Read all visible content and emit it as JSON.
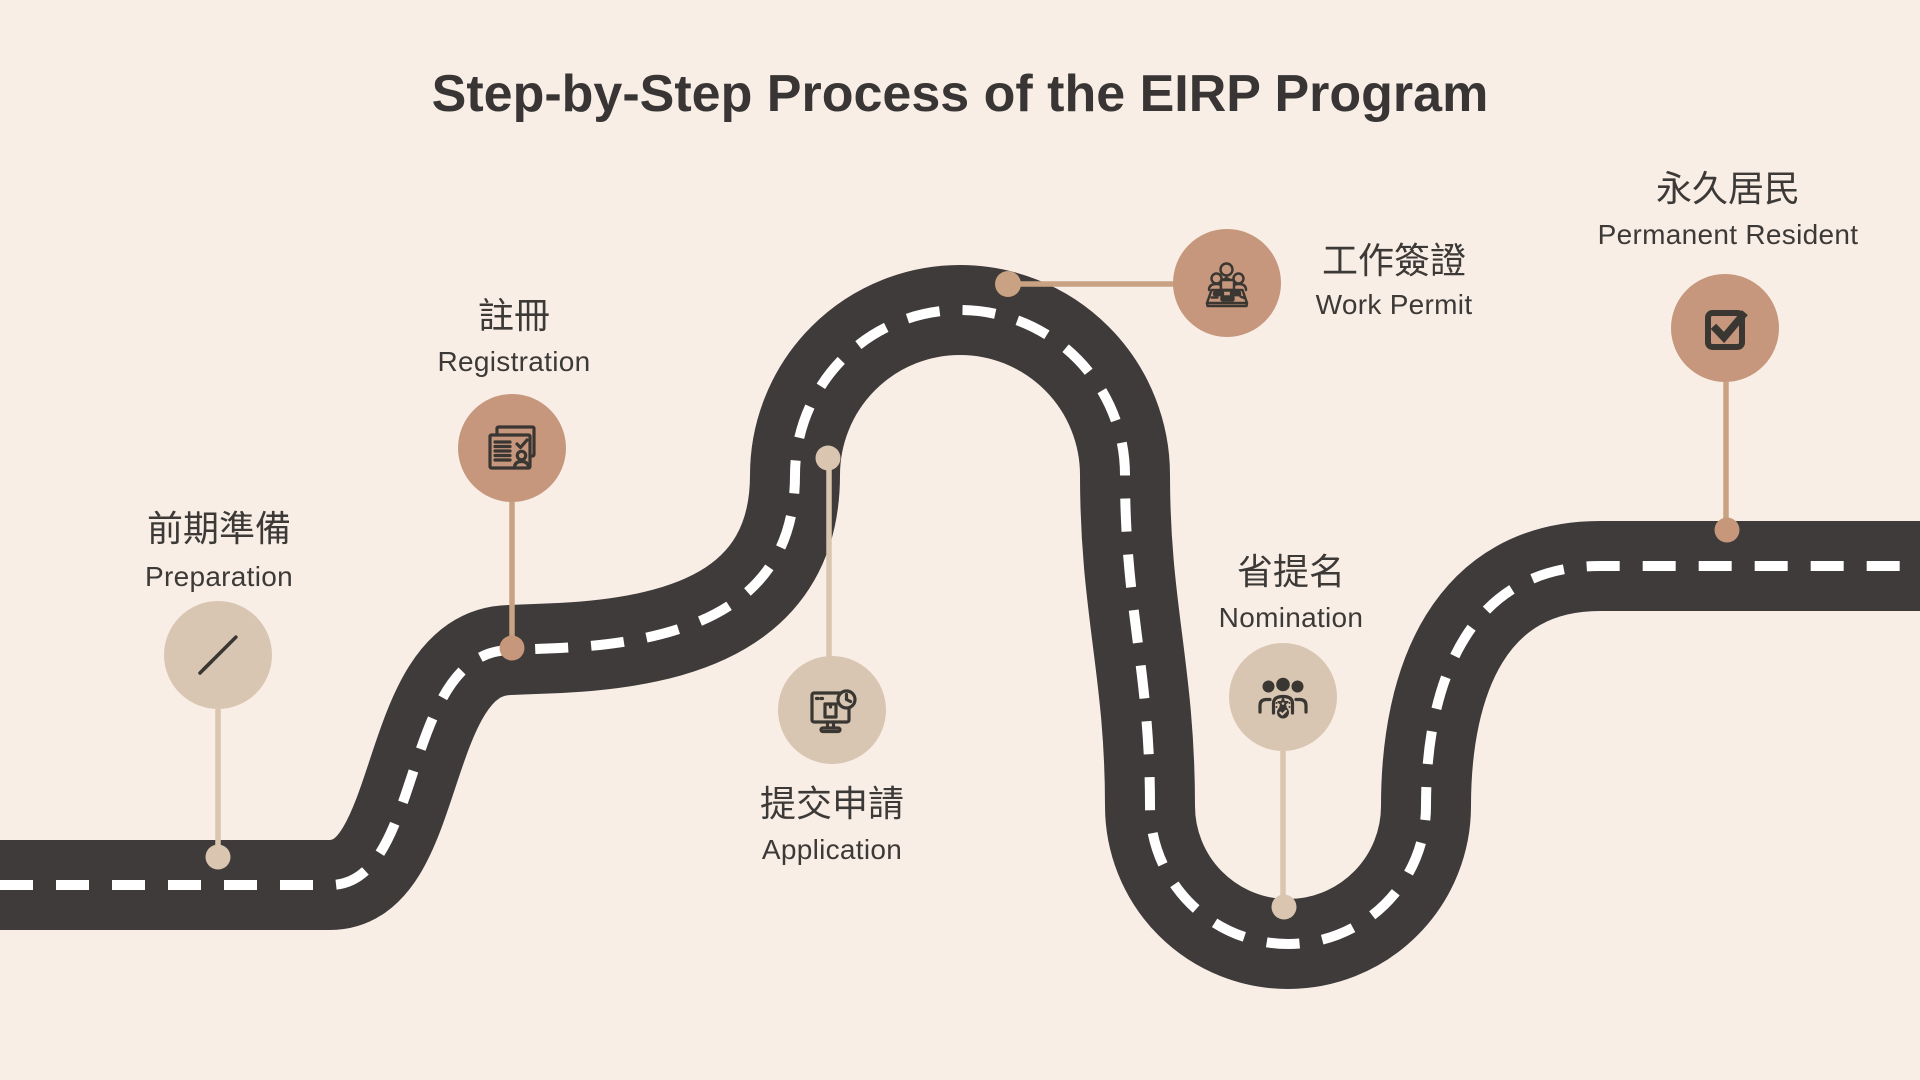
{
  "title": "Step-by-Step Process of the EIRP Program",
  "colors": {
    "background": "#F8EEE6",
    "road": "#3E3B3A",
    "road_dash": "#FFFFFF",
    "circle_light": "#D9C6B2",
    "circle_dark": "#C6977C",
    "connector_light": "#D9C5B0",
    "connector_dark": "#C9A183",
    "text": "#3C3937"
  },
  "milestones": [
    {
      "zh": "前期準備",
      "en": "Preparation",
      "icon": "pencil-icon",
      "tone": "light"
    },
    {
      "zh": "註冊",
      "en": "Registration",
      "icon": "id-card-icon",
      "tone": "dark"
    },
    {
      "zh": "提交申請",
      "en": "Application",
      "icon": "computer-clock-icon",
      "tone": "light"
    },
    {
      "zh": "工作簽證",
      "en": "Work Permit",
      "icon": "meeting-desk-icon",
      "tone": "dark"
    },
    {
      "zh": "省提名",
      "en": "Nomination",
      "icon": "team-star-icon",
      "tone": "light"
    },
    {
      "zh": "永久居民",
      "en": "Permanent Resident",
      "icon": "checkbox-icon",
      "tone": "dark"
    }
  ]
}
